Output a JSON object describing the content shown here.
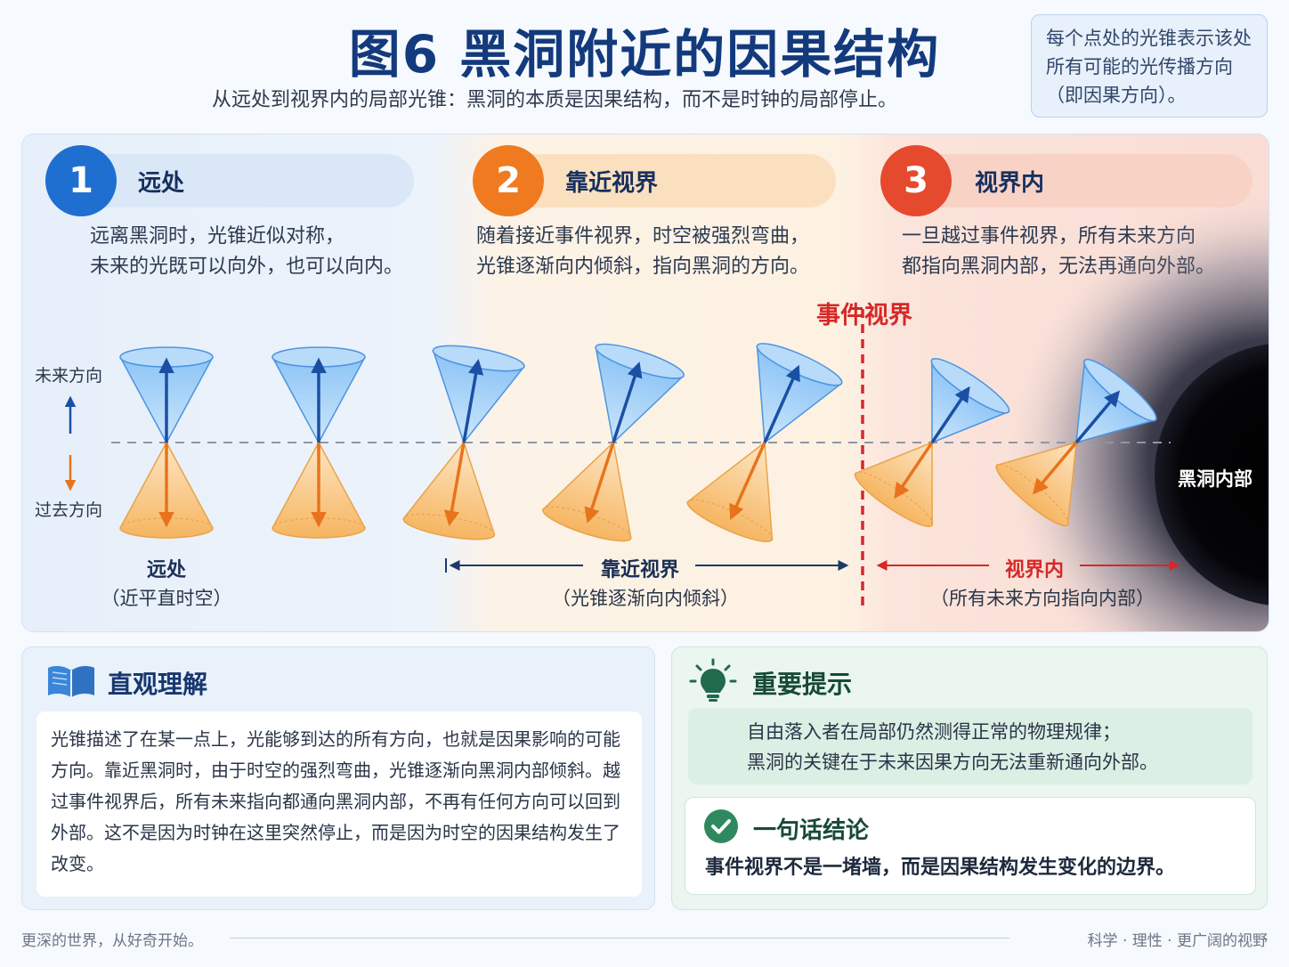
{
  "header": {
    "title": "图6  黑洞附近的因果结构",
    "subtitle": "从远处到视界内的局部光锥：黑洞的本质是因果结构，而不是时钟的局部停止。",
    "note": "每个点处的光锥表示该处所有可能的光传播方向（即因果方向）。"
  },
  "stages": [
    {
      "number": "1",
      "title": "远处",
      "desc_line1": "远离黑洞时，光锥近似对称，",
      "desc_line2": "未来的光既可以向外，也可以向内。",
      "color": "#1f6fd1"
    },
    {
      "number": "2",
      "title": "靠近视界",
      "desc_line1": "随着接近事件视界，时空被强烈弯曲，",
      "desc_line2": "光锥逐渐向内倾斜，指向黑洞的方向。",
      "color": "#f07a1f"
    },
    {
      "number": "3",
      "title": "视界内",
      "desc_line1": "一旦越过事件视界，所有未来方向",
      "desc_line2": "都指向黑洞内部，无法再通向外部。",
      "color": "#e64a2e"
    }
  ],
  "diagram": {
    "axis_future": "未来方向",
    "axis_past": "过去方向",
    "event_horizon": "事件视界",
    "black_hole_label": "黑洞内部",
    "region_far_title": "远处",
    "region_far_sub": "（近平直时空）",
    "region_near_title": "靠近视界",
    "region_near_sub": "（光锥逐渐向内倾斜）",
    "region_inside_title": "视界内",
    "region_inside_sub": "（所有未来方向指向内部）",
    "colors": {
      "future_cone": "#5aa8ef",
      "past_cone": "#f4a640",
      "future_arrow": "#1a4fa3",
      "past_arrow": "#e8731c",
      "horizon": "#d62828"
    }
  },
  "intuition": {
    "title": "直观理解",
    "icon": "book-icon",
    "text": "光锥描述了在某一点上，光能够到达的所有方向，也就是因果影响的可能方向。靠近黑洞时，由于时空的强烈弯曲，光锥逐渐向黑洞内部倾斜。越过事件视界后，所有未来指向都通向黑洞内部，不再有任何方向可以回到外部。这不是因为时钟在这里突然停止，而是因为时空的因果结构发生了改变。"
  },
  "tips": {
    "title": "重要提示",
    "icon": "lightbulb-icon",
    "line1": "自由落入者在局部仍然测得正常的物理规律；",
    "line2": "黑洞的关键在于未来因果方向无法重新通向外部。"
  },
  "conclusion": {
    "title": "一句话结论",
    "icon": "check-circle-icon",
    "text": "事件视界不是一堵墙，而是因果结构发生变化的边界。"
  },
  "footer": {
    "left": "更深的世界，从好奇开始。",
    "right": "科学 · 理性 · 更广阔的视野"
  }
}
